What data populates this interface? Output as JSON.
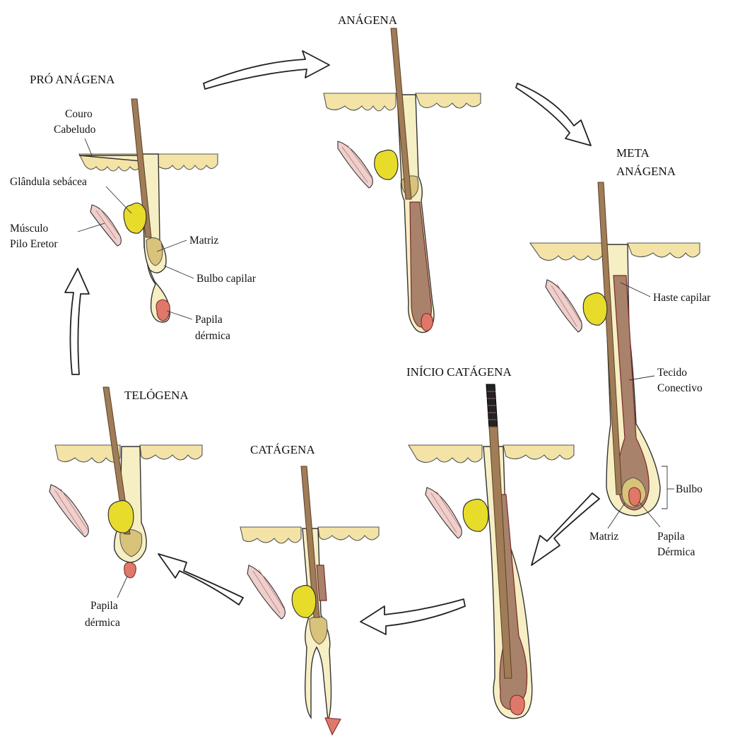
{
  "stages": {
    "anagen": "ANÁGENA",
    "pro_anagen": "PRÓ ANÁGENA",
    "meta_anagen_line1": "META",
    "meta_anagen_line2": "ANÁGENA",
    "inicio_catagen": "INÍCIO CATÁGENA",
    "catagen": "CATÁGENA",
    "telogen": "TELÓGENA"
  },
  "labels": {
    "couro_line1": "Couro",
    "couro_line2": "Cabeludo",
    "glandula": "Glândula sebácea",
    "musculo_line1": "Músculo",
    "musculo_line2": "Pilo Eretor",
    "matriz": "Matriz",
    "bulbo_capilar": "Bulbo capilar",
    "papila_line1": "Papila",
    "papila_line2": "dérmica",
    "haste_capilar": "Haste capilar",
    "tecido_line1": "Tecido",
    "tecido_line2": "Conectivo",
    "bulbo": "Bulbo",
    "matriz_meta": "Matriz",
    "papila_meta_line1": "Papila",
    "papila_meta_line2": "Dérmica",
    "telogen_papila_line1": "Papila",
    "telogen_papila_line2": "dérmica"
  }
}
